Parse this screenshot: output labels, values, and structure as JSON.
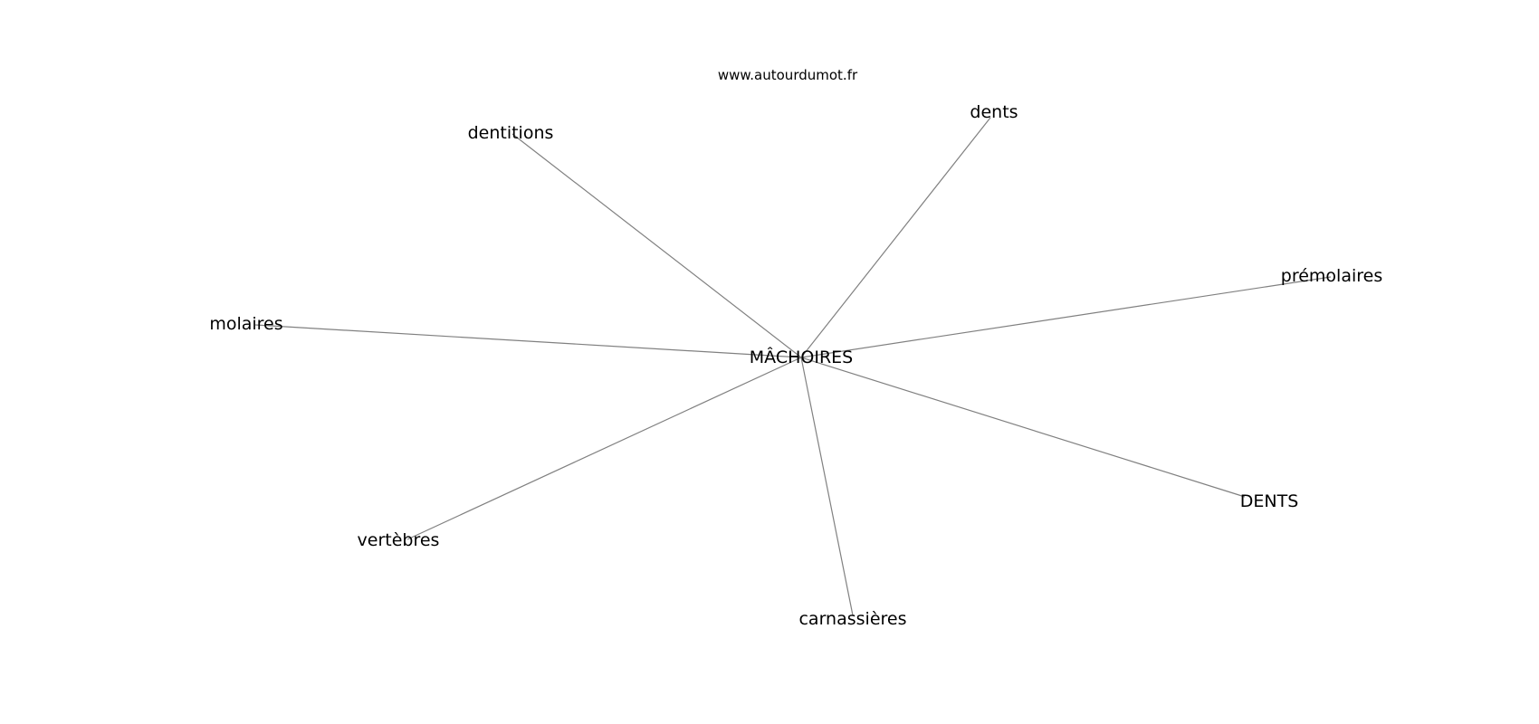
{
  "site": "www.autourdumot.fr",
  "center": {
    "id": "center",
    "label": "MÂCHOIRES"
  },
  "nodes": [
    {
      "id": "dentitions",
      "label": "dentitions"
    },
    {
      "id": "dents",
      "label": "dents"
    },
    {
      "id": "premolaires",
      "label": "prémolaires"
    },
    {
      "id": "molaires",
      "label": "molaires"
    },
    {
      "id": "dents-upper",
      "label": "DENTS"
    },
    {
      "id": "vertebres",
      "label": "vertèbres"
    },
    {
      "id": "carnassieres",
      "label": "carnassières"
    }
  ],
  "colors": {
    "edge": "#808080",
    "text": "#000000",
    "background": "#ffffff"
  }
}
